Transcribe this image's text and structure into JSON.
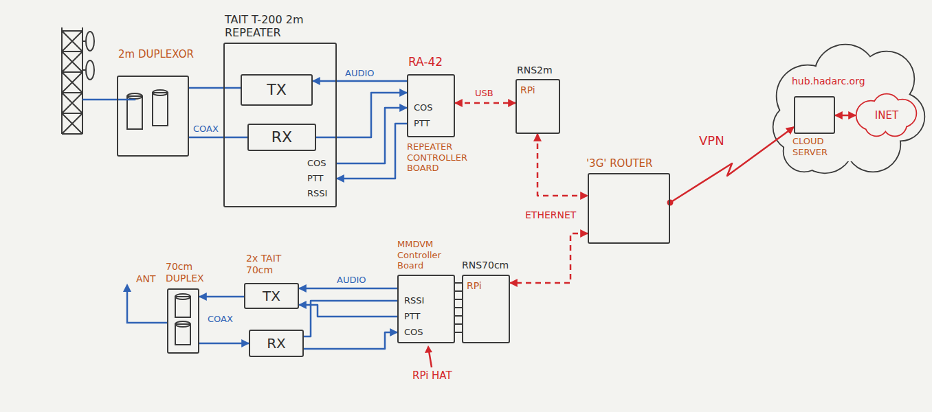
{
  "diagram": {
    "nodes": [
      {
        "text": [
          "2m DUPLEXOR"
        ]
      },
      {
        "text": [
          "TAIT T-200 2m REPEATER"
        ]
      },
      {
        "text": [
          "TX"
        ],
        "in": 1
      },
      {
        "text": [
          "RX"
        ],
        "in": 1
      },
      {
        "text": [
          "RA-42",
          "REPEATER CONTROLLER BOARD"
        ]
      },
      {
        "text": [
          "RNS2m",
          "RPi"
        ]
      },
      {
        "text": [
          "'3G' ROUTER"
        ]
      },
      {
        "text": [
          "hub.hadarc.org",
          "CLOUD SERVER"
        ]
      },
      {
        "text": [
          "INET"
        ]
      },
      {
        "text": [
          "70cm DUPLEX"
        ]
      },
      {
        "text": [
          "TX"
        ]
      },
      {
        "text": [
          "RX"
        ]
      },
      {
        "text": [
          "MMDVM Controller Board"
        ]
      },
      {
        "text": [
          "RNS70cm",
          "RPi"
        ]
      }
    ],
    "edges": [
      {
        "from": 0,
        "to": 2,
        "arrow": "none"
      },
      {
        "from": 0,
        "to": 3,
        "label": "COAX",
        "arrow": "none"
      },
      {
        "from": 4,
        "to": 2,
        "label": "AUDIO",
        "arrow": "to"
      },
      {
        "from": 3,
        "to": 4,
        "arrow": "to"
      },
      {
        "from": 1,
        "to": 4,
        "arrow": "to"
      },
      {
        "from": 4,
        "to": 1,
        "arrow": "to"
      },
      {
        "from": 4,
        "to": 5,
        "label": "USB",
        "arrow": "both"
      },
      {
        "from": 5,
        "to": 6,
        "arrow": "both"
      },
      {
        "from": 6,
        "to": 13,
        "arrow": "both"
      },
      {
        "from": 6,
        "to": 7,
        "label": "VPN",
        "arrow": "to"
      },
      {
        "from": 7,
        "to": 8,
        "arrow": "both"
      },
      {
        "from": 10,
        "to": 9,
        "arrow": "to"
      },
      {
        "from": 9,
        "to": 11,
        "arrow": "to"
      },
      {
        "from": 12,
        "to": 10,
        "label": "AUDIO",
        "arrow": "to"
      },
      {
        "from": 12,
        "to": 10,
        "arrow": "to"
      },
      {
        "from": 11,
        "to": 12,
        "arrow": "to"
      },
      {
        "from": 11,
        "to": 12,
        "arrow": "none"
      }
    ],
    "labels": [
      "COS",
      "PTT",
      "RSSI",
      "COS",
      "PTT",
      "ETHERNET",
      "ANT",
      "2x TAIT 70cm",
      "COAX",
      "RSSI",
      "PTT",
      "COS",
      "RPi HAT"
    ]
  }
}
